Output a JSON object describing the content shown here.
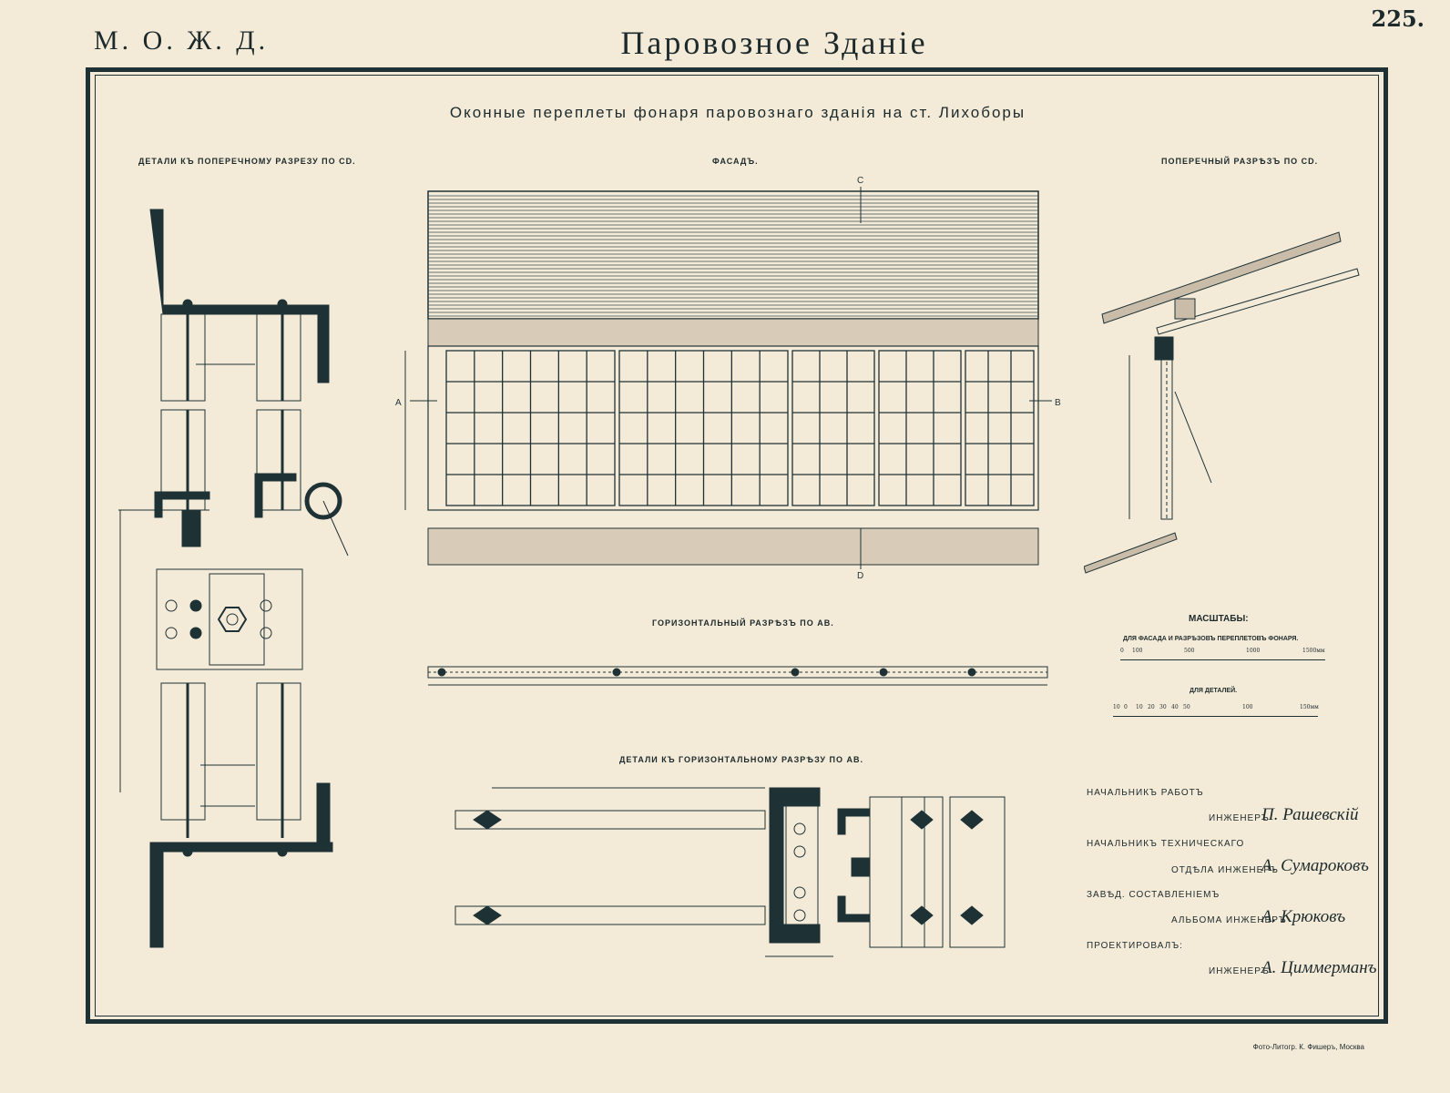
{
  "header": {
    "railway": "М. О. Ж. Д.",
    "building": "Паровозное Зданiе",
    "sheet_number": "225."
  },
  "title": "Оконные переплеты фонаря паровознаго зданiя на ст. Лихоборы",
  "views": {
    "details_cd": "ДЕТАЛИ КЪ ПОПЕРЕЧНОМУ РАЗРЕЗУ ПО CD.",
    "facade": "ФАСАДЪ.",
    "section_cd": "ПОПЕРЕЧНЫЙ РАЗРѢЗЪ ПО CD.",
    "section_ab": "ГОРИЗОНТАЛЬНЫЙ РАЗРѢЗЪ ПО АВ.",
    "details_ab": "ДЕТАЛИ КЪ ГОРИЗОНТАЛЬНОМУ РАЗРѢЗУ ПО АВ."
  },
  "markers": {
    "c": "C",
    "d": "D",
    "a": "A",
    "b": "B"
  },
  "scales": {
    "title": "МАСШТАБЫ:",
    "facade_caption": "ДЛЯ ФАСАДА И РАЗРѢЗОВЪ ПЕРЕПЛЕТОВЪ ФОНАРЯ.",
    "facade_ticks": [
      "0",
      "100",
      "500",
      "1000",
      "1500мм"
    ],
    "details_caption": "ДЛЯ ДЕТАЛЕЙ.",
    "details_ticks": [
      "10",
      "0",
      "10",
      "20",
      "30",
      "40",
      "50",
      "100",
      "150мм"
    ]
  },
  "signatures": [
    {
      "role_line1": "НАЧАЛЬНИКЪ РАБОТЪ",
      "role_line2": "ИНЖЕНЕРЪ",
      "name": "П. Рашевскiй"
    },
    {
      "role_line1": "НАЧАЛЬНИКЪ ТЕХНИЧЕСКАГО",
      "role_line2": "ОТДѢЛА ИНЖЕНЕРЪ",
      "name": "А. Сумароковъ"
    },
    {
      "role_line1": "ЗАВѢД. СОСТАВЛЕНIЕМЪ",
      "role_line2": "АЛЬБОМА ИНЖЕНЕРЪ",
      "name": "А. Крюковъ"
    },
    {
      "role_line1": "ПРОЕКТИРОВАЛЪ:",
      "role_line2": "ИНЖЕНЕРЪ",
      "name": "А. Циммерманъ"
    }
  ],
  "printer": "Фото-Литогр. К. Фишеръ, Москва",
  "colors": {
    "paper": "#f4ead8",
    "ink": "#1e3236"
  }
}
